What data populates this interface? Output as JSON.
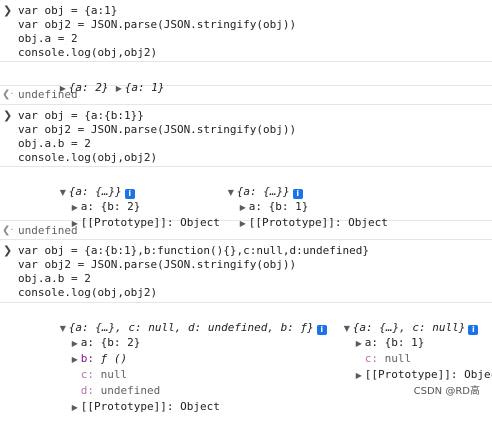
{
  "blocks": [
    {
      "input": [
        "var obj = {a:1}",
        "var obj2 = JSON.parse(JSON.stringify(obj))",
        "obj.a = 2",
        "console.log(obj,obj2)"
      ],
      "output": {
        "obj1_summary": "{a: 2}",
        "obj2_summary": "{a: 1}"
      },
      "result": "undefined"
    },
    {
      "input": [
        "var obj = {a:{b:1}}",
        "var obj2 = JSON.parse(JSON.stringify(obj))",
        "obj.a.b = 2",
        "console.log(obj,obj2)"
      ],
      "output": {
        "obj1_summary": "{a: {…}}",
        "obj1_a": "a: {b: 2}",
        "obj1_proto": "[[Prototype]]: Object",
        "obj2_summary": "{a: {…}}",
        "obj2_a": "a: {b: 1}",
        "obj2_proto": "[[Prototype]]: Object"
      },
      "result": "undefined"
    },
    {
      "input": [
        "var obj = {a:{b:1},b:function(){},c:null,d:undefined}",
        "var obj2 = JSON.parse(JSON.stringify(obj))",
        "obj.a.b = 2",
        "console.log(obj,obj2)"
      ],
      "output": {
        "obj1_summary": "{a: {…}, c: null, d: undefined, b: ƒ}",
        "obj1_a": "a: {b: 2}",
        "obj1_b_key": "b:",
        "obj1_b_val": "ƒ ()",
        "obj1_c_key": "c:",
        "obj1_c_val": "null",
        "obj1_d_key": "d:",
        "obj1_d_val": "undefined",
        "obj1_proto": "[[Prototype]]: Object",
        "obj2_summary": "{a: {…}, c: null}",
        "obj2_a": "a: {b: 1}",
        "obj2_c_key": "c:",
        "obj2_c_val": "null",
        "obj2_proto": "[[Prototype]]: Object"
      }
    }
  ],
  "info_icon": "i",
  "watermark": "CSDN @RD高"
}
